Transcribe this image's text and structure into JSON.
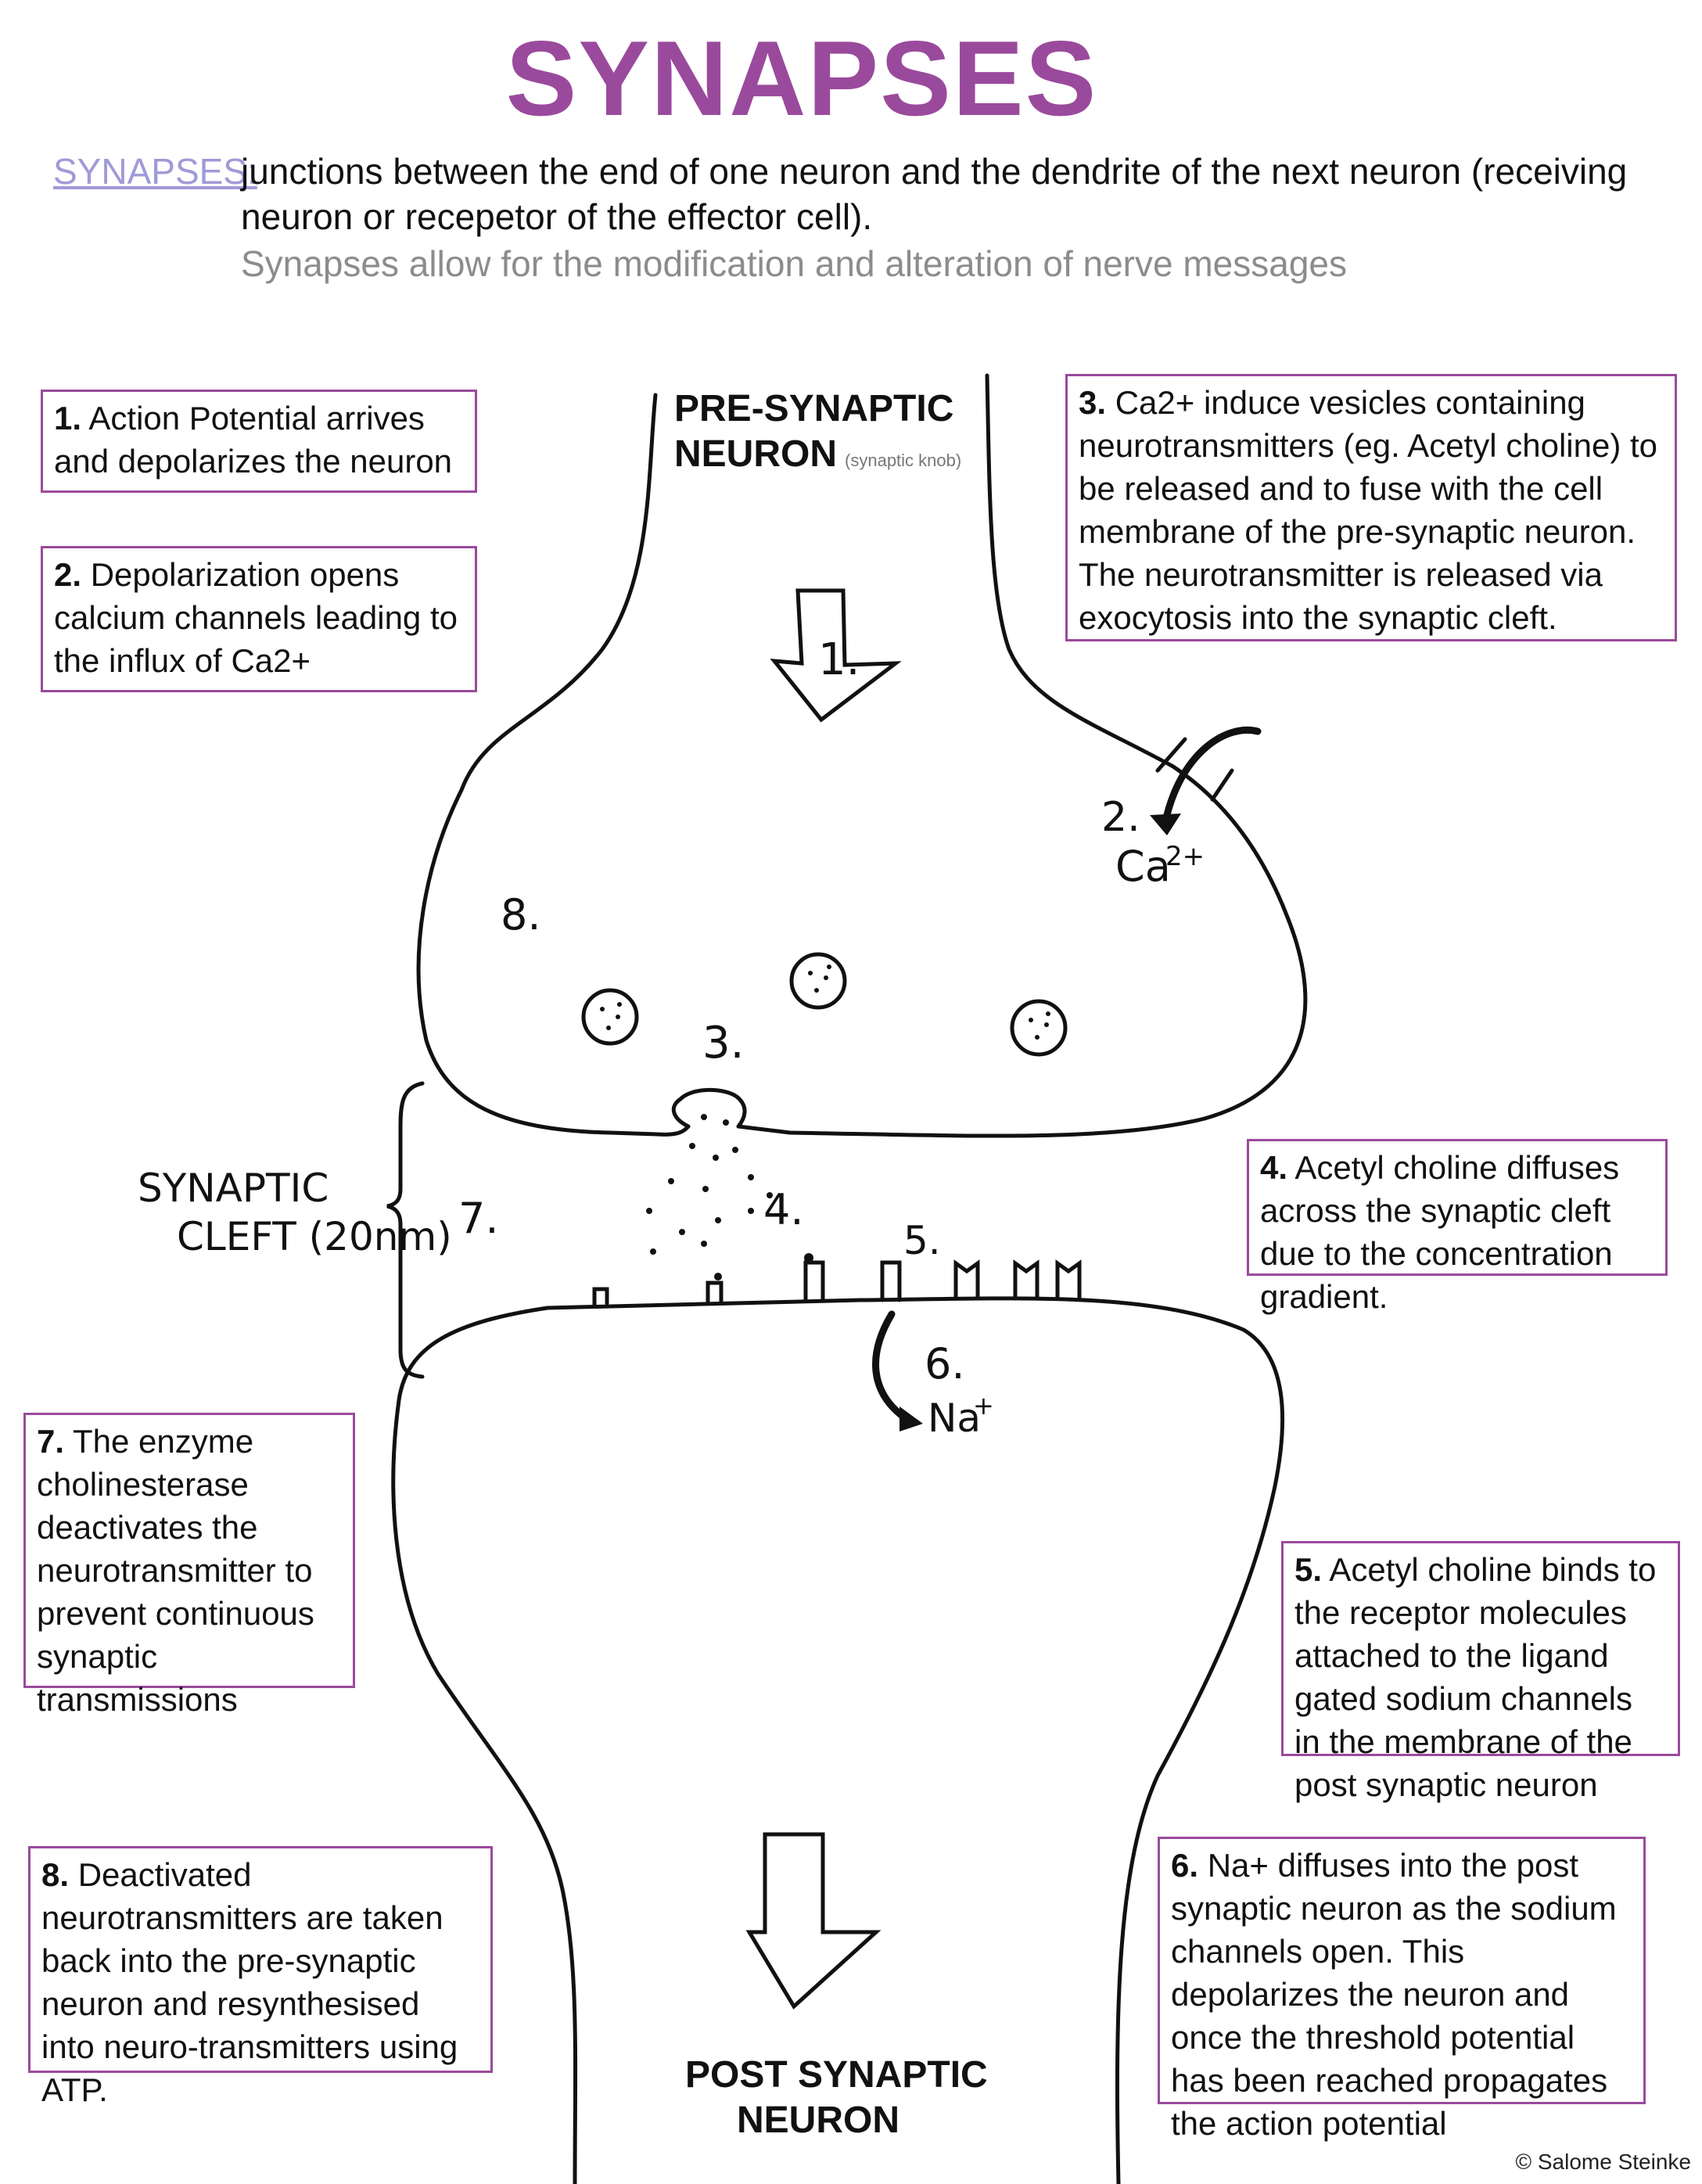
{
  "title": "SYNAPSES",
  "intro": {
    "term": "SYNAPSES:",
    "definition": "junctions between the end of one neuron and the dendrite of the next neuron (receiving neuron or recepetor of the effector cell).",
    "subtext": "Synapses allow for the modification and alteration of nerve messages"
  },
  "labels": {
    "pre_line1": "PRE-SYNAPTIC",
    "pre_line2": "NEURON",
    "pre_note": "(synaptic knob)",
    "post_line1": "POST SYNAPTIC",
    "post_line2": "NEURON",
    "cleft_line1": "SYNAPTIC",
    "cleft_line2": "CLEFT (20nm)"
  },
  "steps": [
    {
      "num": "1.",
      "text": "Action Potential arrives and depolarizes the neuron"
    },
    {
      "num": "2.",
      "text": " Depolarization opens calcium channels leading to the influx of Ca2+"
    },
    {
      "num": "3.",
      "text": "Ca2+ induce vesicles containing neurotransmitters (eg. Acetyl choline) to be released and to fuse with the cell membrane of the pre-synaptic neuron. The neurotransmitter is released via exocytosis into the synaptic cleft."
    },
    {
      "num": "4.",
      "text": "Acetyl choline diffuses across the synaptic cleft due to the concentration gradient."
    },
    {
      "num": "5.",
      "text": "Acetyl choline binds to the receptor molecules attached to the ligand gated sodium channels in the membrane of the post synaptic neuron"
    },
    {
      "num": "6.",
      "text": "Na+ diffuses into the post synaptic neuron as the sodium channels open. This depolarizes the neuron and once the threshold potential has been reached propagates the action potential"
    },
    {
      "num": "7.",
      "text": "The enzyme cholinesterase deactivates the neurotransmitter to prevent continuous synaptic transmissions"
    },
    {
      "num": "8.",
      "text": "Deactivated neurotransmitters are taken back into the pre-synaptic neuron and resynthesised into neuro-transmitters using ATP."
    }
  ],
  "diagram_marks": {
    "m1": "1.",
    "m2": "2.",
    "ca": "Ca",
    "ca_sup": "2+",
    "m3": "3.",
    "m4": "4.",
    "m5": "5.",
    "m6": "6.",
    "na": "Na",
    "na_sup": "+",
    "m7": "7.",
    "m8": "8."
  },
  "credit": "© Salome Steinke",
  "colors": {
    "accent": "#9a4a9c",
    "term": "#a09ad8",
    "subtext": "#8c8c8c"
  }
}
